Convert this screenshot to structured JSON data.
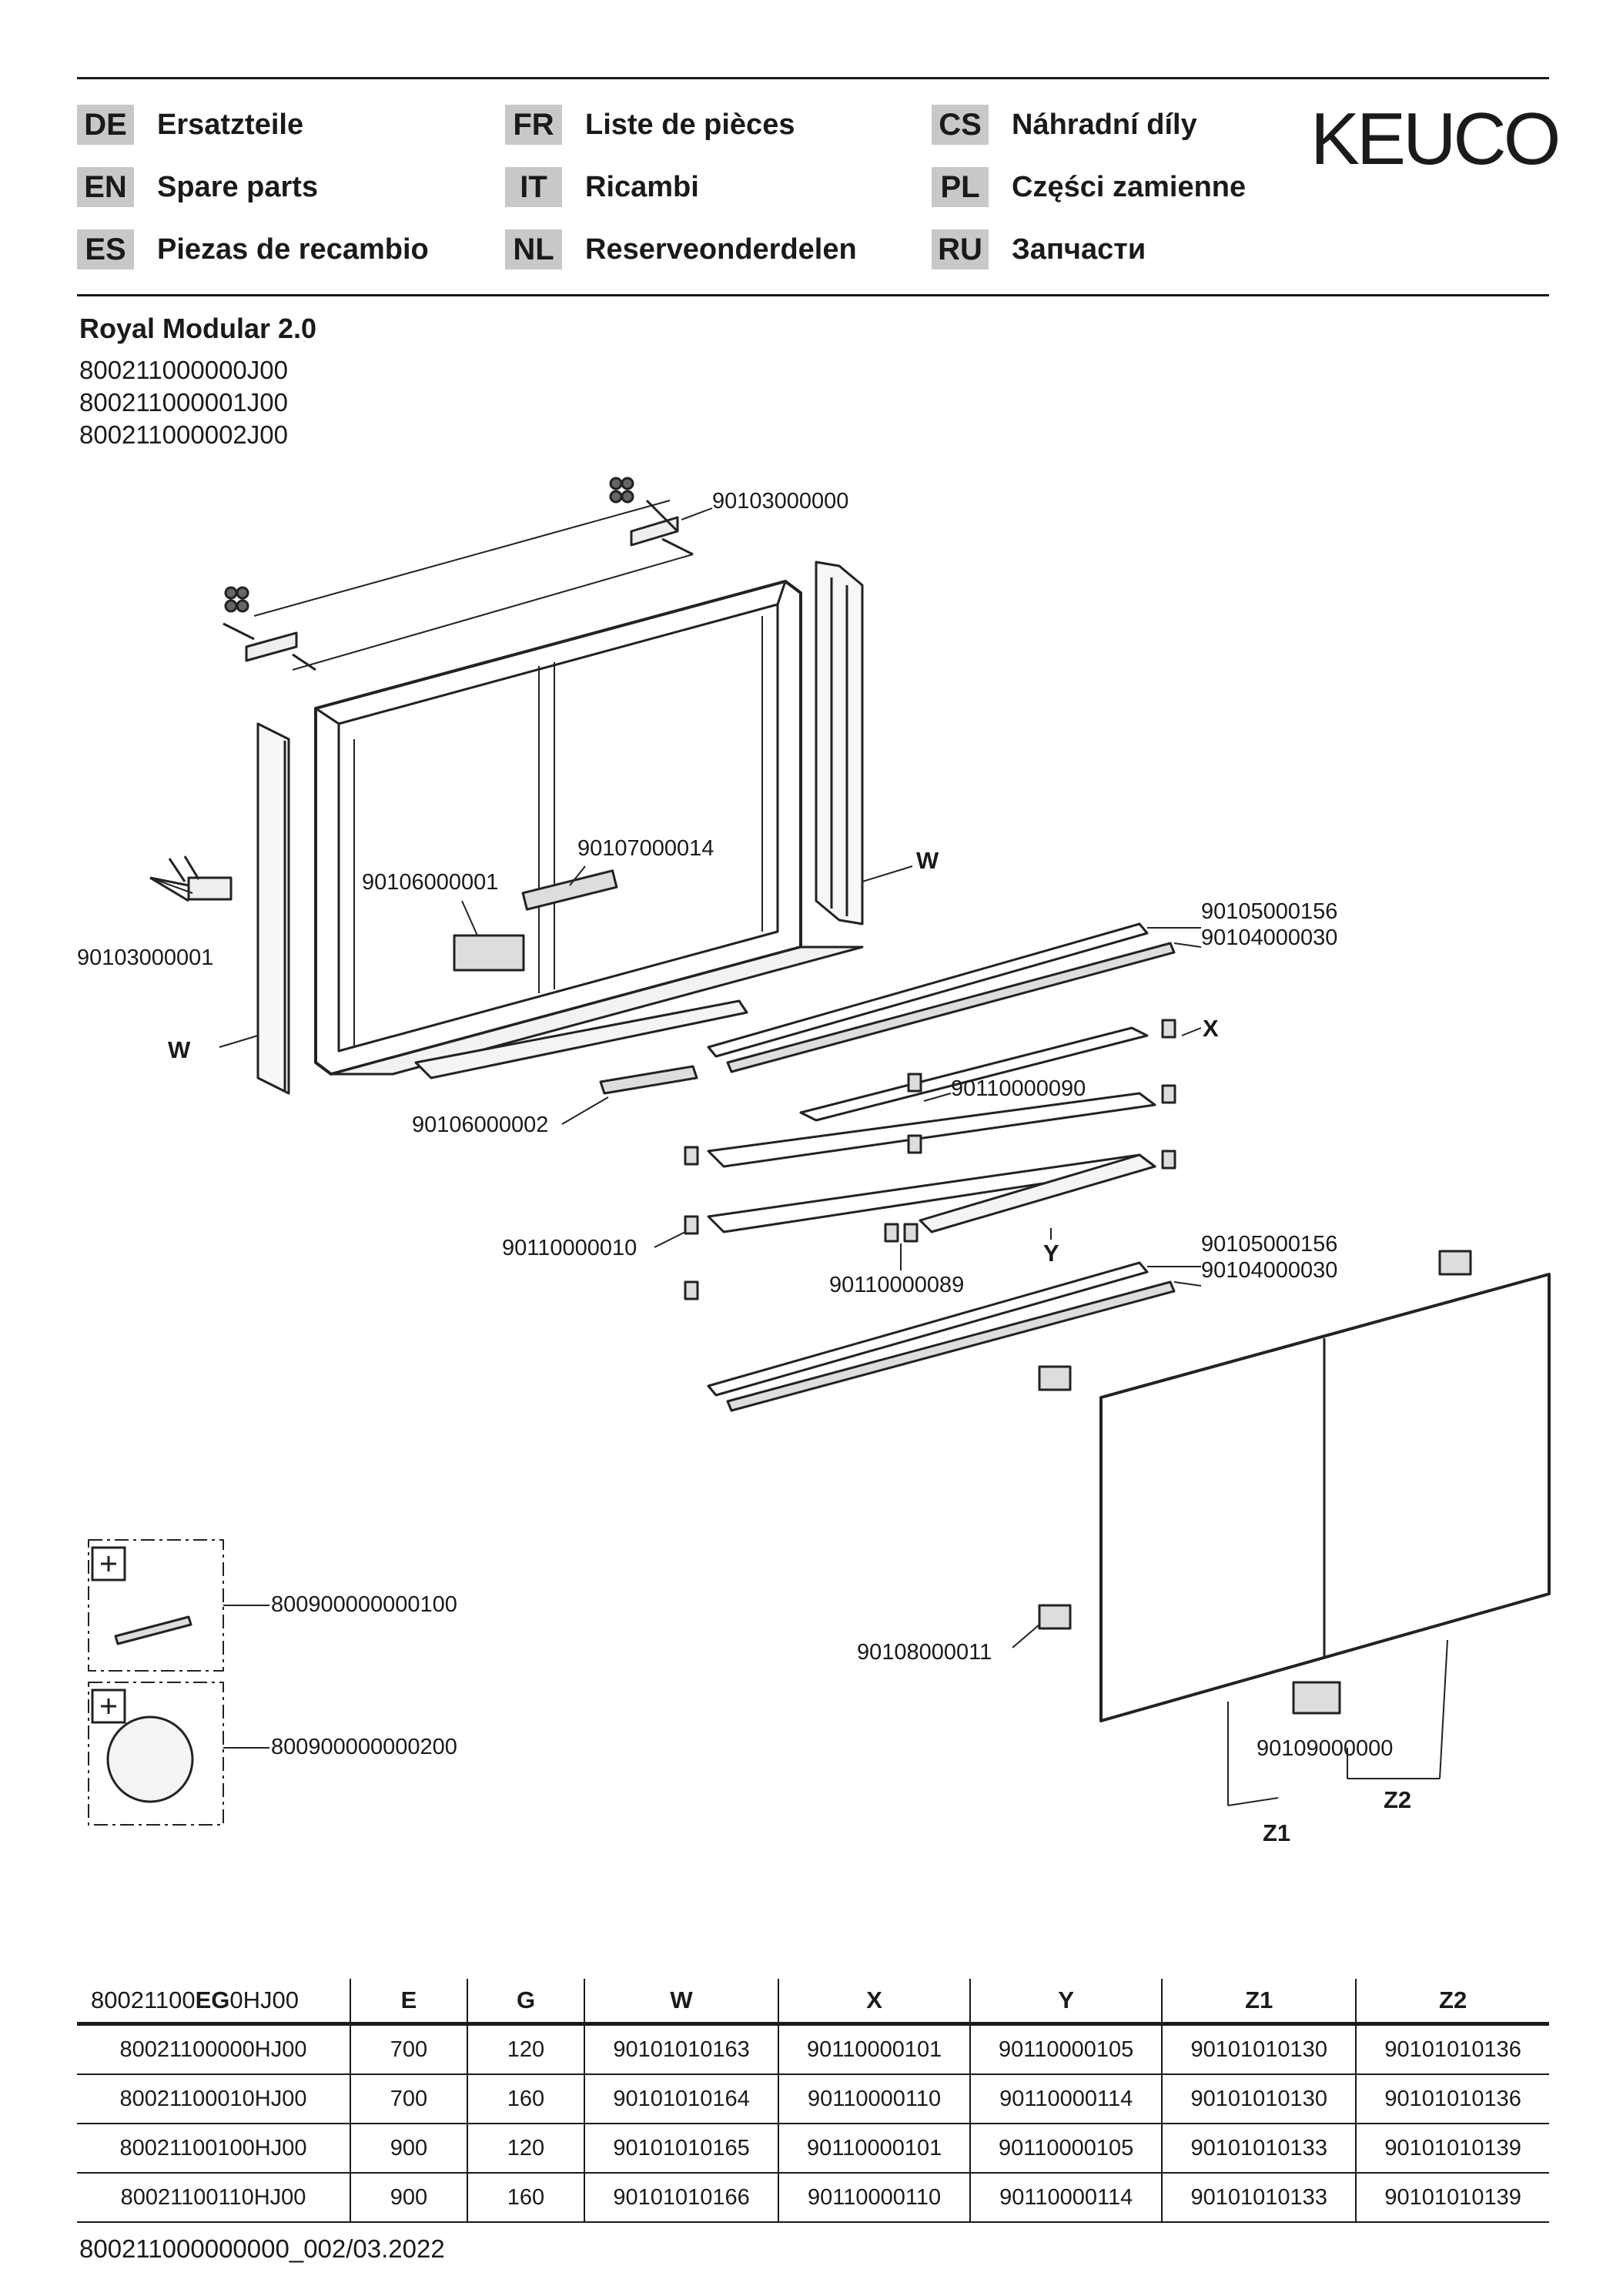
{
  "header": {
    "languages": [
      {
        "code": "DE",
        "label": "Ersatzteile"
      },
      {
        "code": "EN",
        "label": "Spare parts"
      },
      {
        "code": "ES",
        "label": "Piezas de recambio"
      },
      {
        "code": "FR",
        "label": "Liste de pièces"
      },
      {
        "code": "IT",
        "label": "Ricambi"
      },
      {
        "code": "NL",
        "label": "Reserveonderdelen"
      },
      {
        "code": "CS",
        "label": "Náhradní díly"
      },
      {
        "code": "PL",
        "label": "Części zamienne"
      },
      {
        "code": "RU",
        "label": "Запчасти"
      }
    ],
    "brand": "KEUCO"
  },
  "product": {
    "title": "Royal Modular 2.0",
    "variants": [
      "800211000000J00",
      "800211000001J00",
      "800211000002J00"
    ]
  },
  "diagram": {
    "labels": {
      "top_hinge": "90103000000",
      "side_hinge": "90103000001",
      "w_right": "W",
      "w_left": "W",
      "switch": "90106000001",
      "light_bar": "90107000014",
      "socket": "90106000002",
      "rail_a1": "90105000156",
      "rail_a2": "90104000030",
      "x_mark": "X",
      "shelf_clip": "90110000090",
      "shelf_holder": "90110000010",
      "clip_small": "90110000089",
      "y_mark": "Y",
      "rail_b1": "90105000156",
      "rail_b2": "90104000030",
      "door_buffer": "90108000011",
      "door_handle": "90109000000",
      "z1": "Z1",
      "z2": "Z2",
      "accessory1": "800900000000100",
      "accessory2": "800900000000200"
    }
  },
  "table": {
    "head_prefix": "80021100",
    "head_bold": "EG",
    "head_suffix": "0HJ00",
    "columns": [
      "E",
      "G",
      "W",
      "X",
      "Y",
      "Z1",
      "Z2"
    ],
    "rows": [
      [
        "80021100000HJ00",
        "700",
        "120",
        "90101010163",
        "90110000101",
        "90110000105",
        "90101010130",
        "90101010136"
      ],
      [
        "80021100010HJ00",
        "700",
        "160",
        "90101010164",
        "90110000110",
        "90110000114",
        "90101010130",
        "90101010136"
      ],
      [
        "80021100100HJ00",
        "900",
        "120",
        "90101010165",
        "90110000101",
        "90110000105",
        "90101010133",
        "90101010139"
      ],
      [
        "80021100110HJ00",
        "900",
        "160",
        "90101010166",
        "90110000110",
        "90110000114",
        "90101010133",
        "90101010139"
      ]
    ]
  },
  "footer": {
    "doc_id": "800211000000000_002/03.2022"
  }
}
